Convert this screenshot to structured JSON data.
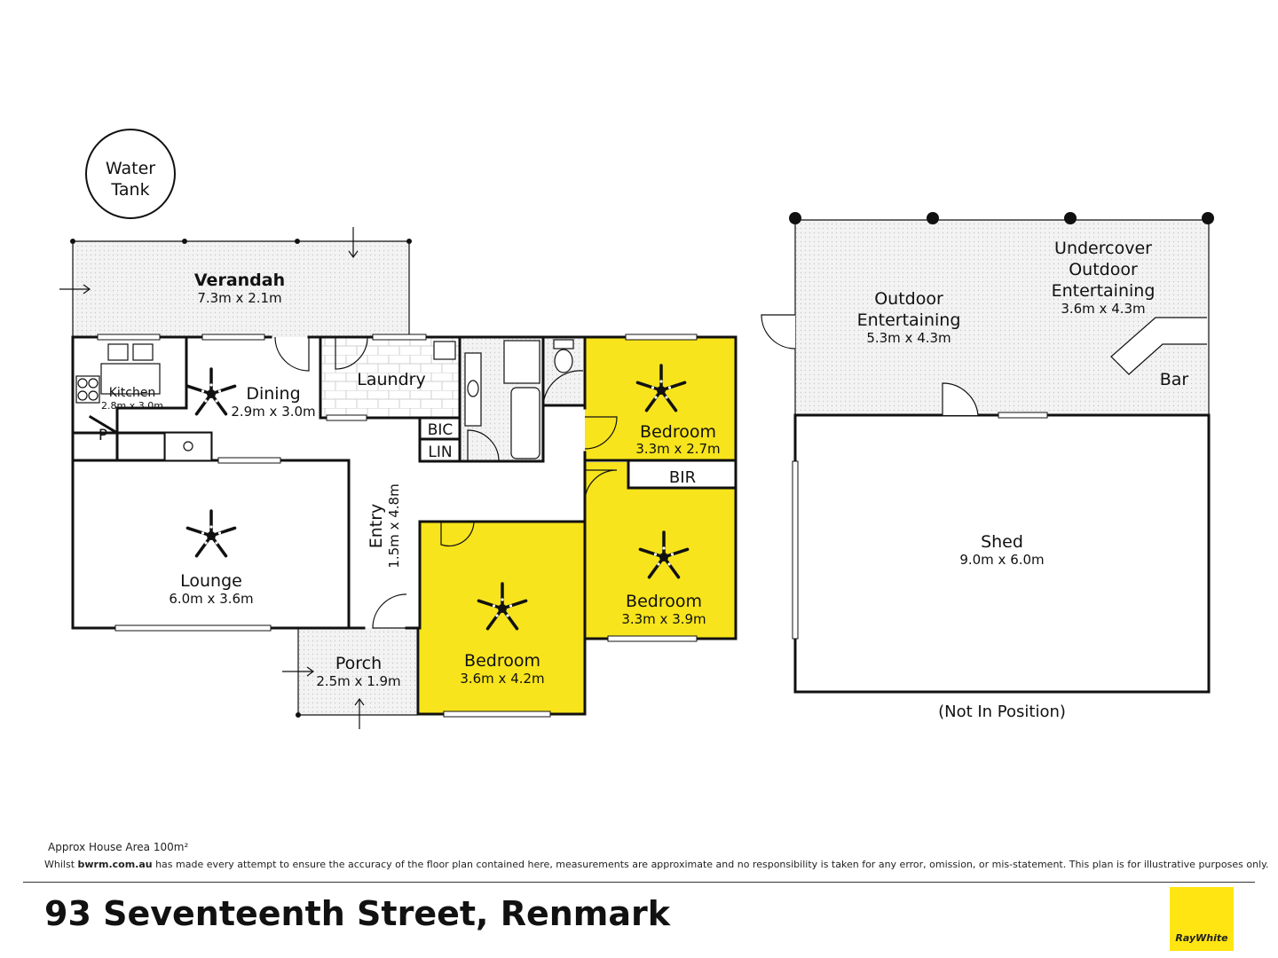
{
  "rooms": {
    "water_tank": {
      "line1": "Water",
      "line2": "Tank"
    },
    "verandah": {
      "name": "Verandah",
      "dims": "7.3m x 2.1m"
    },
    "kitchen": {
      "name": "Kitchen",
      "dims": "2.8m x 3.0m"
    },
    "pantry": {
      "name": "P"
    },
    "dining": {
      "name": "Dining",
      "dims": "2.9m x 3.0m"
    },
    "laundry": {
      "name": "Laundry"
    },
    "bic": {
      "name": "BIC"
    },
    "lin": {
      "name": "LIN"
    },
    "bedroom1": {
      "name": "Bedroom",
      "dims": "3.3m x 2.7m"
    },
    "bir": {
      "name": "BIR"
    },
    "bedroom2": {
      "name": "Bedroom",
      "dims": "3.3m x 3.9m"
    },
    "bedroom3": {
      "name": "Bedroom",
      "dims": "3.6m x 4.2m"
    },
    "lounge": {
      "name": "Lounge",
      "dims": "6.0m x 3.6m"
    },
    "entry": {
      "name": "Entry",
      "dims": "1.5m x 4.8m"
    },
    "porch": {
      "name": "Porch",
      "dims": "2.5m x 1.9m"
    },
    "outdoor_entertaining": {
      "line1": "Outdoor",
      "line2": "Entertaining",
      "dims": "5.3m x 4.3m"
    },
    "undercover": {
      "line1": "Undercover",
      "line2": "Outdoor",
      "line3": "Entertaining",
      "dims": "3.6m x 4.3m"
    },
    "bar": {
      "name": "Bar"
    },
    "shed": {
      "name": "Shed",
      "dims": "9.0m x 6.0m"
    },
    "not_in_position": "(Not In Position)"
  },
  "footer": {
    "area_note": "Approx House Area 100m²",
    "disclaimer_pre": "Whilst ",
    "disclaimer_site": "bwrm.com.au",
    "disclaimer_post": " has made every attempt to ensure the accuracy of the floor plan contained here, measurements are approximate and no responsibility is taken for any error, omission, or mis-statement. This plan is for illustrative purposes only.",
    "address": "93 Seventeenth Street, Renmark",
    "logo_text": "RayWhite"
  },
  "colors": {
    "bedroom_fill": "#f7e41c",
    "wall": "#111111",
    "outdoor_fill": "#f1f1f1",
    "wet_area_fill": "#e4e4e4",
    "brand_yellow": "#ffe512"
  }
}
